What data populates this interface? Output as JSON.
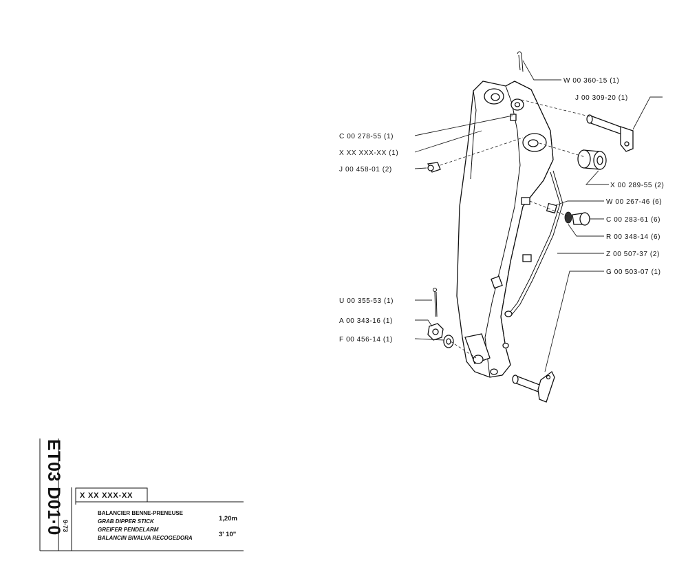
{
  "title_block": {
    "drawing_number": "ET03 D01·0",
    "date": "9-73",
    "part_code": "X XX XXX-XX",
    "names": [
      "BALANCIER BENNE-PRENEUSE",
      "GRAB DIPPER STICK",
      "GREIFER PENDELARM",
      "BALANCIN BIVALVA RECOGEDORA"
    ],
    "length_metric": "1,20m",
    "length_imperial": "3' 10\""
  },
  "callouts": [
    {
      "id": "w-00-360-15",
      "label": "W 00 360-15 (1)"
    },
    {
      "id": "j-00-309-20",
      "label": "J 00 309-20 (1)"
    },
    {
      "id": "c-00-278-55",
      "label": "C 00 278-55 (1)"
    },
    {
      "id": "x-xx-xxx-xx",
      "label": "X XX XXX-XX (1)"
    },
    {
      "id": "j-00-458-01",
      "label": "J 00 458-01 (2)"
    },
    {
      "id": "x-00-289-55",
      "label": "X 00 289-55 (2)"
    },
    {
      "id": "w-00-267-46",
      "label": "W 00 267-46 (6)"
    },
    {
      "id": "c-00-283-61",
      "label": "C 00 283-61 (6)"
    },
    {
      "id": "r-00-348-14",
      "label": "R 00 348-14 (6)"
    },
    {
      "id": "z-00-507-37",
      "label": "Z 00 507-37 (2)"
    },
    {
      "id": "g-00-503-07",
      "label": "G 00 503-07 (1)"
    },
    {
      "id": "u-00-355-53",
      "label": "U 00 355-53 (1)"
    },
    {
      "id": "a-00-343-16",
      "label": "A 00 343-16 (1)"
    },
    {
      "id": "f-00-456-14",
      "label": "F 00 456-14 (1)"
    }
  ]
}
